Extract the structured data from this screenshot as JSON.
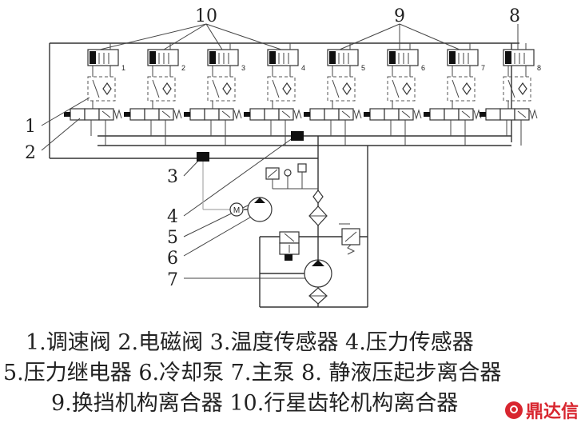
{
  "callouts": [
    "10",
    "9",
    "8",
    "1",
    "2",
    "3",
    "4",
    "5",
    "6",
    "7"
  ],
  "valve_tags": [
    "1",
    "2",
    "3",
    "4",
    "5",
    "6",
    "7",
    "8"
  ],
  "motor_label": "M",
  "caption": {
    "line1": "1.调速阀  2.电磁阀  3.温度传感器  4.压力传感器",
    "line2": "5.压力继电器  6.冷却泵  7.主泵  8.  静液压起步离合器",
    "line3": "9.换挡机构离合器  10.行星齿轮机构离合器"
  },
  "watermark": {
    "text": "鼎达信",
    "icon": "brand-logo-icon",
    "color": "#d8262f"
  }
}
